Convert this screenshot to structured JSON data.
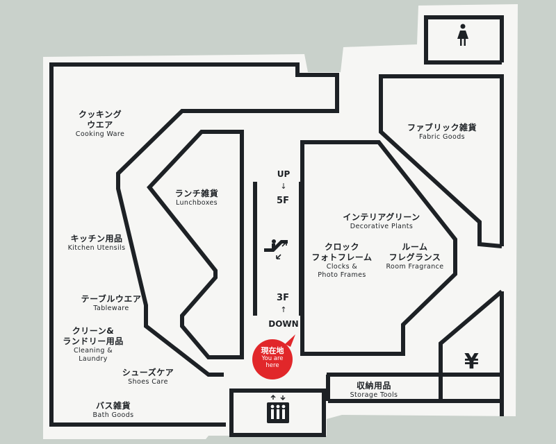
{
  "colors": {
    "background": "#c9d1cb",
    "panel": "#f6f6f4",
    "walls": "#1d2125",
    "you_are_here": "#e1272a"
  },
  "areas": [
    {
      "id": "cooking-ware",
      "ja": "クッキング\nウエア",
      "en": "Cooking Ware"
    },
    {
      "id": "kitchen-utensils",
      "ja": "キッチン用品",
      "en": "Kitchen Utensils"
    },
    {
      "id": "tableware",
      "ja": "テーブルウエア",
      "en": "Tableware"
    },
    {
      "id": "cleaning-laundry",
      "ja": "クリーン&\nランドリー用品",
      "en": "Cleaning &\nLaundry"
    },
    {
      "id": "shoes-care",
      "ja": "シューズケア",
      "en": "Shoes Care"
    },
    {
      "id": "bath-goods",
      "ja": "バス雑貨",
      "en": "Bath Goods"
    },
    {
      "id": "lunchboxes",
      "ja": "ランチ雑貨",
      "en": "Lunchboxes"
    },
    {
      "id": "decorative-plants",
      "ja": "インテリアグリーン",
      "en": "Decorative Plants"
    },
    {
      "id": "clocks-photo-frames",
      "ja": "クロック\nフォトフレーム",
      "en": "Clocks &\nPhoto Frames"
    },
    {
      "id": "room-fragrance",
      "ja": "ルーム\nフレグランス",
      "en": "Room Fragrance"
    },
    {
      "id": "fabric-goods",
      "ja": "ファブリック雑貨",
      "en": "Fabric Goods"
    },
    {
      "id": "storage-tools",
      "ja": "収納用品",
      "en": "Storage Tools"
    }
  ],
  "escalator": {
    "up_label": "UP",
    "up_floor": "5F",
    "down_floor": "3F",
    "down_label": "DOWN",
    "arrow_down": "↓",
    "arrow_up": "↑"
  },
  "you_are_here": {
    "ja": "現在地",
    "en": "You are here"
  },
  "icons": {
    "restroom": "woman-restroom-icon",
    "atm": "yen-atm-icon",
    "elevator": "elevator-icon",
    "escalator": "escalator-icon",
    "yen_glyph": "¥"
  }
}
